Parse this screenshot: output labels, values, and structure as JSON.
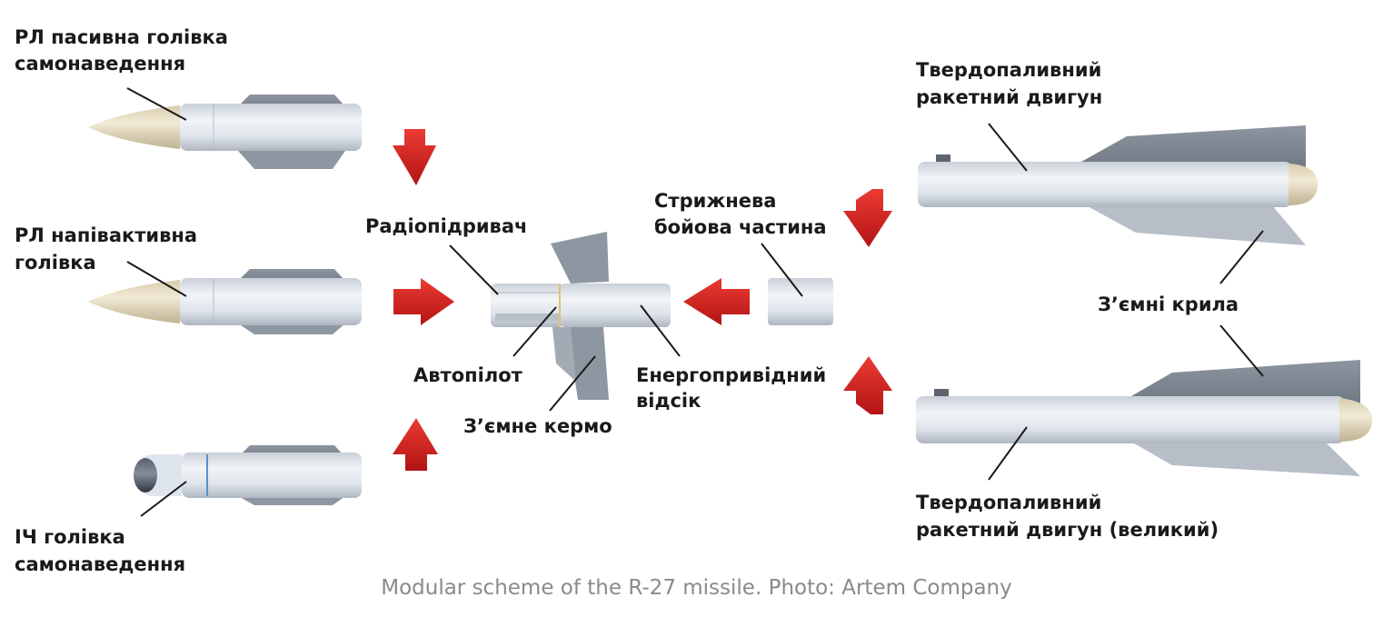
{
  "labels": {
    "radar_passive_head": [
      "РЛ пасивна голівка",
      "самонаведення"
    ],
    "radar_semiactive_head": [
      "РЛ напівактивна",
      "голівка"
    ],
    "ir_head": [
      "ІЧ голівка",
      "самонаведення"
    ],
    "radio_fuze": "Радіопідривач",
    "autopilot": "Автопілот",
    "removable_rudder": "З’ємне кермо",
    "power_compartment": [
      "Енергопривідний",
      "відсік"
    ],
    "rod_warhead": [
      "Стрижнева",
      "бойова частина"
    ],
    "solid_motor": [
      "Твердопаливний",
      "ракетний двигун"
    ],
    "removable_wings": "З’ємні крила",
    "solid_motor_large": [
      "Твердопаливний",
      "ракетний двигун (великий)"
    ]
  },
  "caption": "Modular scheme of the R-27 missile. Photo: Artem Company",
  "colors": {
    "arrow": "#d42020",
    "body": "#dfe5ec",
    "fin": "#7d8590",
    "nose_radar": "#e6dcc2",
    "nose_ir": "#3b4150"
  }
}
